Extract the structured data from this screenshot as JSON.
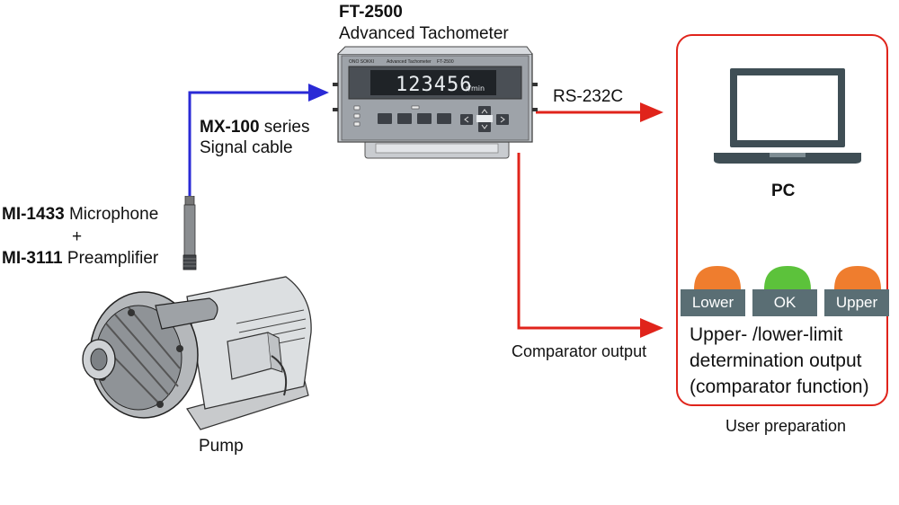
{
  "tachometer": {
    "model": "FT-2500",
    "name": "Advanced Tachometer",
    "display_value": "123456",
    "display_unit": "r/min",
    "panel_brand": "ONO SOKKI",
    "panel_title": "Advanced Tachometer",
    "panel_model": "FT-2500"
  },
  "cable": {
    "model": "MX-100",
    "suffix": " series",
    "line2": "Signal cable"
  },
  "microphone": {
    "model1": "MI-1433",
    "desc1": "Microphone",
    "plus": "+",
    "model2": "MI-3111",
    "desc2": "Preamplifier"
  },
  "pump": {
    "label": "Pump"
  },
  "connections": {
    "rs232": "RS-232C",
    "comparator": "Comparator output"
  },
  "user_side": {
    "pc_label": "PC",
    "lamps": [
      {
        "label": "Lower",
        "color": "#ef7d2e"
      },
      {
        "label": "OK",
        "color": "#5cc23b"
      },
      {
        "label": "Upper",
        "color": "#ef7d2e"
      }
    ],
    "description": [
      "Upper- /lower-limit",
      "determination output",
      "(comparator function)"
    ],
    "caption": "User preparation"
  },
  "colors": {
    "blue_line": "#2a2ad6",
    "red_line": "#e0241b",
    "frame": "#e0241b"
  }
}
